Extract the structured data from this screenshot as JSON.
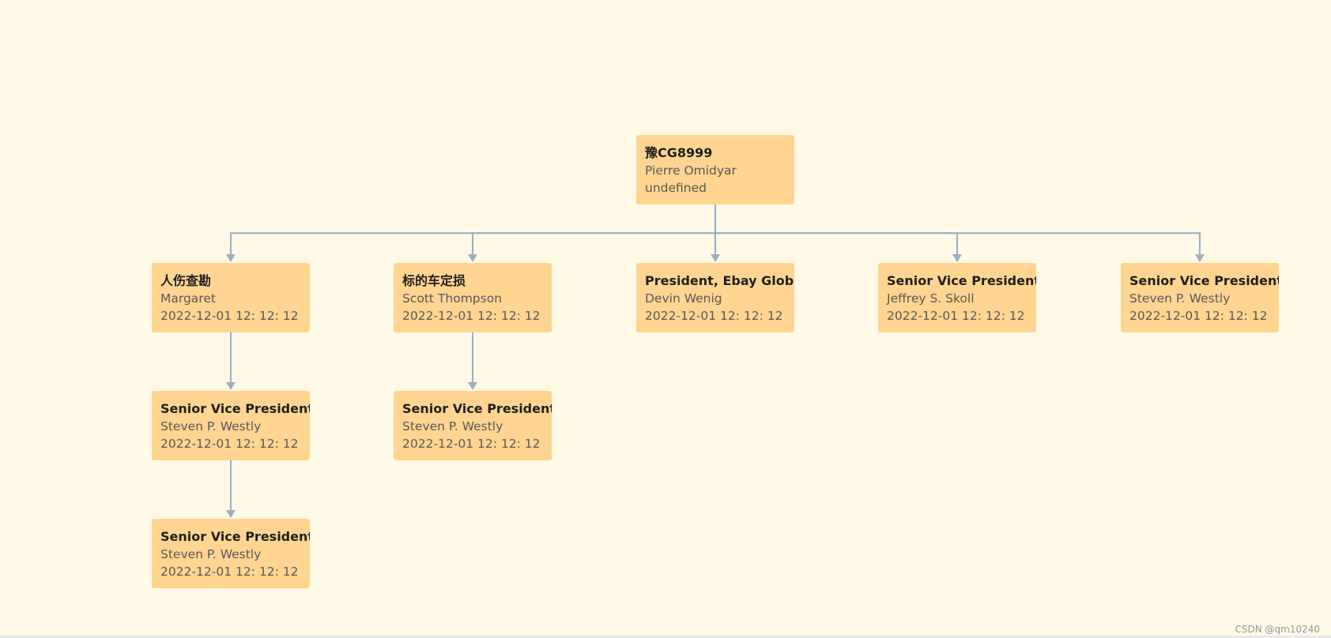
{
  "colors": {
    "background": "#fff9e6",
    "node_fill": "#ffd591",
    "link_stroke": "#9aafc6"
  },
  "orgchart": {
    "nodes": [
      {
        "id": "root",
        "title": "豫CG8999",
        "name": "Pierre Omidyar",
        "time": "undefined"
      },
      {
        "id": "n1",
        "title": "人伤查勘",
        "name": "Margaret",
        "time": "2022-12-01 12: 12: 12"
      },
      {
        "id": "n2",
        "title": "标的车定损",
        "name": "Scott Thompson",
        "time": "2022-12-01 12: 12: 12"
      },
      {
        "id": "n3",
        "title": "President, Ebay Global",
        "name": "Devin Wenig",
        "time": "2022-12-01 12: 12: 12"
      },
      {
        "id": "n4",
        "title": "Senior Vice President H",
        "name": "Jeffrey S. Skoll",
        "time": "2022-12-01 12: 12: 12"
      },
      {
        "id": "n5",
        "title": "Senior Vice President C",
        "name": "Steven P. Westly",
        "time": "2022-12-01 12: 12: 12"
      },
      {
        "id": "n1a",
        "title": "Senior Vice President C",
        "name": "Steven P. Westly",
        "time": "2022-12-01 12: 12: 12"
      },
      {
        "id": "n2a",
        "title": "Senior Vice President C",
        "name": "Steven P. Westly",
        "time": "2022-12-01 12: 12: 12"
      },
      {
        "id": "n1b",
        "title": "Senior Vice President C",
        "name": "Steven P. Westly",
        "time": "2022-12-01 12: 12: 12"
      }
    ],
    "edges": [
      [
        "root",
        "n1"
      ],
      [
        "root",
        "n2"
      ],
      [
        "root",
        "n3"
      ],
      [
        "root",
        "n4"
      ],
      [
        "root",
        "n5"
      ],
      [
        "n1",
        "n1a"
      ],
      [
        "n1a",
        "n1b"
      ],
      [
        "n2",
        "n2a"
      ]
    ]
  },
  "watermark": "CSDN @qm10240"
}
